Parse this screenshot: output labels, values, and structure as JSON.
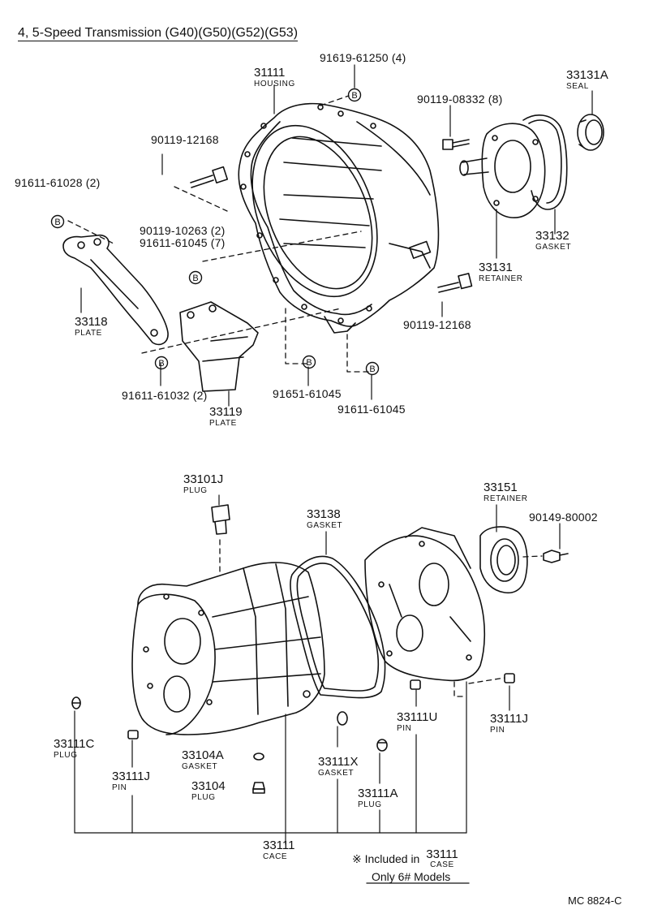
{
  "title": "4, 5-Speed Transmission (G40)(G50)(G52)(G53)",
  "diagram_code": "MC 8824-C",
  "note": {
    "line1_prefix": "※ Included in",
    "line1_number": "33111",
    "line1_sub": "CASE",
    "line2": "Only 6# Models"
  },
  "labels": {
    "p33111_housing": {
      "number": "31111",
      "name": "HOUSING"
    },
    "p91619": {
      "number": "91619-61250 (4)"
    },
    "p90119_12168_top": {
      "number": "90119-12168"
    },
    "p91611_61028": {
      "number": "91611-61028 (2)"
    },
    "p90119_10263": {
      "number": "90119-10263 (2)"
    },
    "p91611_61045_7": {
      "number": "91611-61045 (7)"
    },
    "p33118": {
      "number": "33118",
      "name": "PLATE"
    },
    "p91611_61032": {
      "number": "91611-61032 (2)"
    },
    "p33119": {
      "number": "33119",
      "name": "PLATE"
    },
    "p91651": {
      "number": "91651-61045"
    },
    "p91611_61045": {
      "number": "91611-61045"
    },
    "p90119_12168_right": {
      "number": "90119-12168"
    },
    "p90119_08332": {
      "number": "90119-08332 (8)"
    },
    "p33131A": {
      "number": "33131A",
      "name": "SEAL"
    },
    "p33132": {
      "number": "33132",
      "name": "GASKET"
    },
    "p33131": {
      "number": "33131",
      "name": "RETAINER"
    },
    "p33101J": {
      "number": "33101J",
      "name": "PLUG"
    },
    "p33138": {
      "number": "33138",
      "name": "GASKET"
    },
    "p33151": {
      "number": "33151",
      "name": "RETAINER"
    },
    "p90149": {
      "number": "90149-80002"
    },
    "p33111C": {
      "number": "33111C",
      "name": "PLUG"
    },
    "p33111J_left": {
      "number": "33111J",
      "name": "PIN"
    },
    "p33104A": {
      "number": "33104A",
      "name": "GASKET"
    },
    "p33104": {
      "number": "33104",
      "name": "PLUG"
    },
    "p33111X": {
      "number": "33111X",
      "name": "GASKET"
    },
    "p33111A": {
      "number": "33111A",
      "name": "PLUG"
    },
    "p33111U": {
      "number": "33111U",
      "name": "PIN"
    },
    "p33111J_right": {
      "number": "33111J",
      "name": "PIN"
    },
    "p33111_case": {
      "number": "33111",
      "name": "CACE"
    }
  },
  "bolt_marker": "B"
}
